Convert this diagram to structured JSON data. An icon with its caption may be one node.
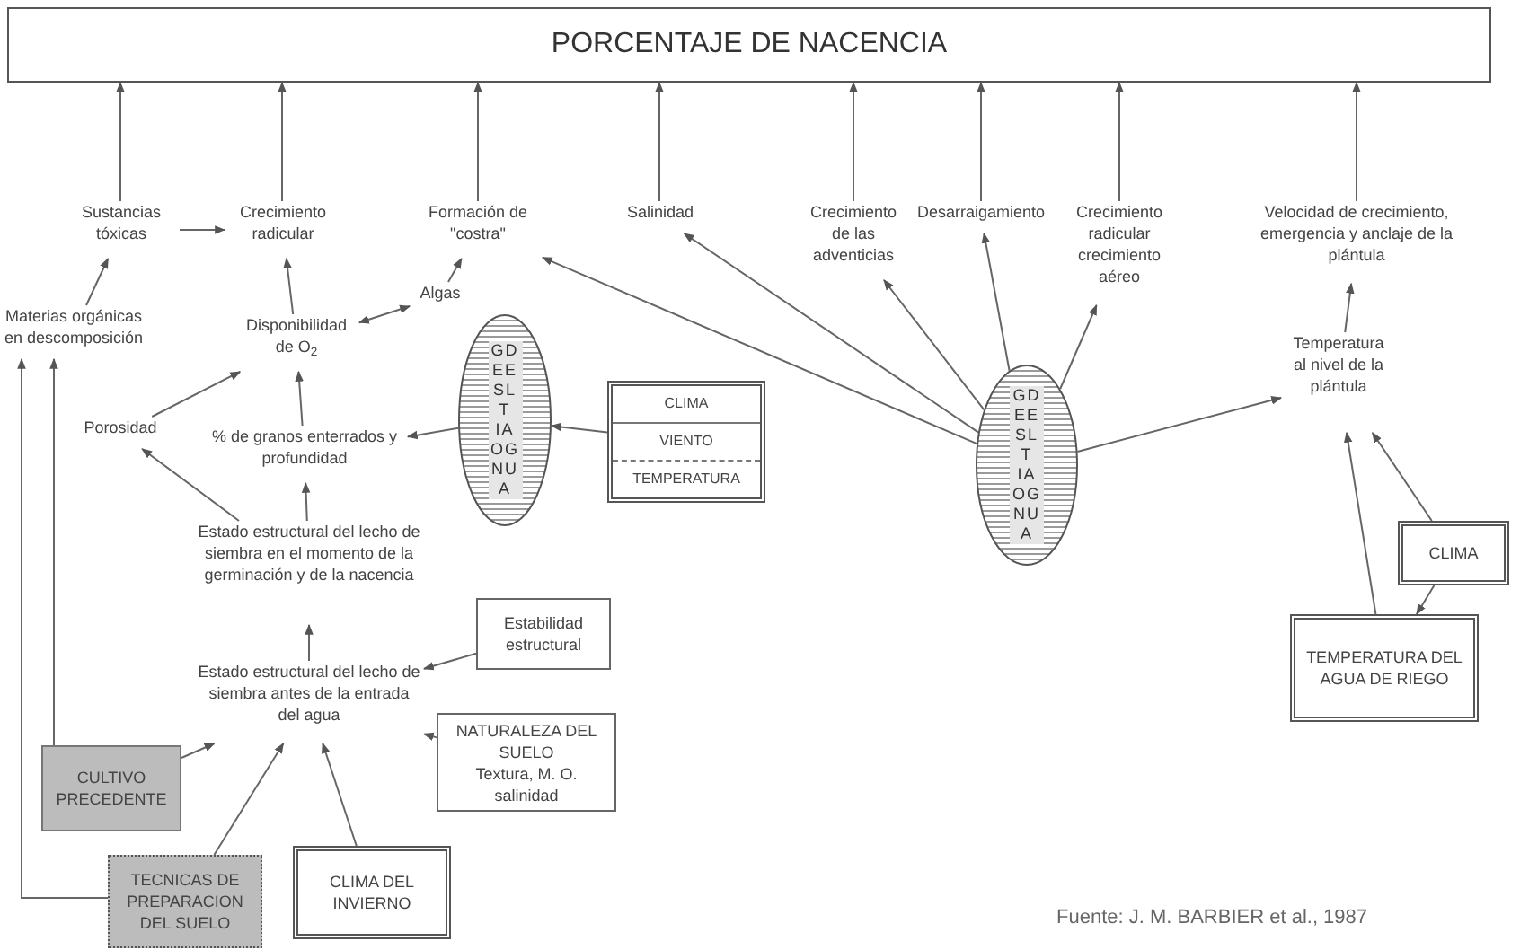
{
  "diagram": {
    "nodes": [
      {
        "text": [
          "PORCENTAJE DE NACENCIA"
        ]
      },
      {
        "text": [
          "Sustancias tóxicas"
        ]
      },
      {
        "text": [
          "Crecimiento radicular"
        ]
      },
      {
        "text": [
          "Formación de \"costra\""
        ]
      },
      {
        "text": [
          "Salinidad"
        ]
      },
      {
        "text": [
          "Crecimiento de las adventicias"
        ]
      },
      {
        "text": [
          "Desarraigamiento"
        ]
      },
      {
        "text": [
          "Crecimiento radicular crecimiento aéreo"
        ]
      },
      {
        "text": [
          "Velocidad de crecimiento, emergencia y anclaje de la plántula"
        ]
      },
      {
        "text": [
          "Materias orgánicas en descomposición"
        ]
      },
      {
        "text": [
          "Algas"
        ]
      },
      {
        "text": [
          "Disponibilidad de O$_{2}$"
        ]
      },
      {
        "text": [
          "Porosidad"
        ]
      },
      {
        "text": [
          "% de granos enterrados y profundidad"
        ]
      },
      {
        "text": [
          "GD EE SL T IA OG NU A"
        ]
      },
      {
        "text": [
          "CLIMA",
          "VIENTO",
          "TEMPERATURA"
        ]
      },
      {
        "text": [
          "GD EE SL T IA OG NU A"
        ]
      },
      {
        "text": [
          "Temperatura al nivel de la plántula"
        ]
      },
      {
        "text": [
          "Estado estructural del lecho de siembra en el momento de la germinación y de la nacencia"
        ]
      },
      {
        "text": [
          "Estabilidad estructural"
        ]
      },
      {
        "text": [
          "Estado estructural del lecho de siembra antes de la entrada del agua"
        ]
      },
      {
        "text": [
          "CLIMA"
        ]
      },
      {
        "text": [
          "TEMPERATURA DEL AGUA DE RIEGO"
        ]
      },
      {
        "text": [
          "NATURALEZA DEL SUELO",
          "Textura, M. O. salinidad"
        ]
      },
      {
        "text": [
          "CULTIVO PRECEDENTE"
        ]
      },
      {
        "text": [
          "TECNICAS DE PREPARACION DEL SUELO"
        ]
      },
      {
        "text": [
          "CLIMA DEL INVIERNO"
        ]
      }
    ],
    "edges": [
      {
        "from": 1,
        "to": 0,
        "arrow": "to"
      },
      {
        "from": 2,
        "to": 0,
        "arrow": "to"
      },
      {
        "from": 3,
        "to": 0,
        "arrow": "to"
      },
      {
        "from": 4,
        "to": 0,
        "arrow": "to"
      },
      {
        "from": 5,
        "to": 0,
        "arrow": "to"
      },
      {
        "from": 6,
        "to": 0,
        "arrow": "to"
      },
      {
        "from": 7,
        "to": 0,
        "arrow": "to"
      },
      {
        "from": 8,
        "to": 0,
        "arrow": "to"
      },
      {
        "from": 1,
        "to": 2,
        "arrow": "to"
      },
      {
        "from": 9,
        "to": 1,
        "arrow": "to"
      },
      {
        "from": 11,
        "to": 2,
        "arrow": "to"
      },
      {
        "from": 10,
        "to": 3,
        "arrow": "to"
      },
      {
        "from": 11,
        "to": 10,
        "arrow": "both"
      },
      {
        "from": 12,
        "to": 11,
        "arrow": "to"
      },
      {
        "from": 13,
        "to": 11,
        "arrow": "to"
      },
      {
        "from": 14,
        "to": 13,
        "arrow": "to"
      },
      {
        "from": 15,
        "to": 14,
        "arrow": "to"
      },
      {
        "from": 18,
        "to": 12,
        "arrow": "to"
      },
      {
        "from": 18,
        "to": 13,
        "arrow": "to"
      },
      {
        "from": 20,
        "to": 18,
        "arrow": "to"
      },
      {
        "from": 19,
        "to": 20,
        "arrow": "to"
      },
      {
        "from": 23,
        "to": 20,
        "arrow": "to"
      },
      {
        "from": 26,
        "to": 20,
        "arrow": "to"
      },
      {
        "from": 25,
        "to": 20,
        "arrow": "to"
      },
      {
        "from": 24,
        "to": 20,
        "arrow": "to"
      },
      {
        "from": 24,
        "to": 9,
        "arrow": "to"
      },
      {
        "from": 25,
        "to": 9,
        "arrow": "to"
      },
      {
        "from": 16,
        "to": 3,
        "arrow": "to"
      },
      {
        "from": 16,
        "to": 4,
        "arrow": "to"
      },
      {
        "from": 16,
        "to": 5,
        "arrow": "to"
      },
      {
        "from": 16,
        "to": 6,
        "arrow": "to"
      },
      {
        "from": 16,
        "to": 7,
        "arrow": "to"
      },
      {
        "from": 16,
        "to": 17,
        "arrow": "to"
      },
      {
        "from": 17,
        "to": 8,
        "arrow": "to"
      },
      {
        "from": 22,
        "to": 17,
        "arrow": "to"
      },
      {
        "from": 21,
        "to": 17,
        "arrow": "to"
      },
      {
        "from": 21,
        "to": 22,
        "arrow": "to"
      }
    ],
    "labels": [
      "Fuente: J. M. BARBIER et al., 1987"
    ]
  }
}
